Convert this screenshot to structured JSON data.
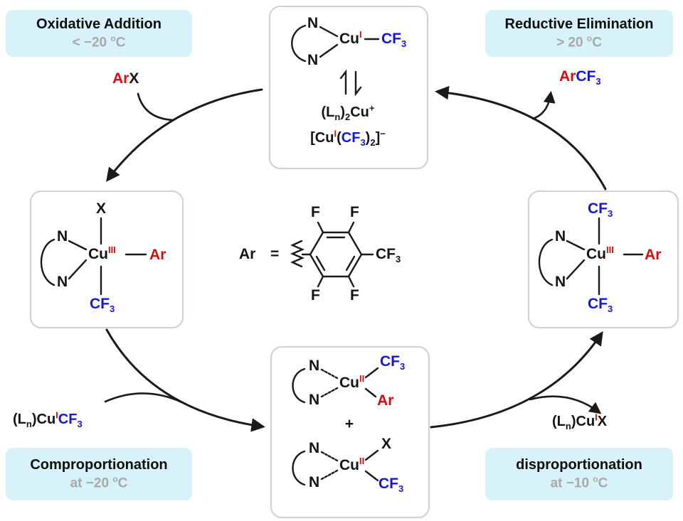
{
  "colors": {
    "red": "#d20f0f",
    "blue": "#1515dc",
    "temp_gray": "#a9a9a9",
    "banner_bg": "#d7f2f8",
    "line": "#1a1a1a",
    "panel_border": "#ccd2d7"
  },
  "banners": {
    "oxidative": {
      "title": "Oxidative Addition",
      "temp": [
        {
          "t": "< −20 "
        },
        {
          "t": "o",
          "v": "sup"
        },
        {
          "t": "C"
        }
      ]
    },
    "reductive": {
      "title": "Reductive Elimination",
      "temp": [
        {
          "t": "> 20 "
        },
        {
          "t": "o",
          "v": "sup"
        },
        {
          "t": "C"
        }
      ]
    },
    "compro": {
      "title": "Comproportionation",
      "temp": [
        {
          "t": "at −20 "
        },
        {
          "t": "o",
          "v": "sup"
        },
        {
          "t": "C"
        }
      ]
    },
    "dispro": {
      "title": "disproportionation",
      "temp": [
        {
          "t": "at −10 "
        },
        {
          "t": "o",
          "v": "sup"
        },
        {
          "t": "C"
        }
      ]
    }
  },
  "atoms": {
    "N": "N",
    "X": "X",
    "Ar": "Ar",
    "F": "F",
    "plus": "+",
    "equals": "="
  },
  "formulas": {
    "arx": [
      {
        "t": "Ar",
        "c": "red"
      },
      {
        "t": "X"
      }
    ],
    "arcf3": [
      {
        "t": "Ar",
        "c": "red"
      },
      {
        "t": "CF",
        "c": "blue"
      },
      {
        "t": "3",
        "v": "sub",
        "c": "blue"
      }
    ],
    "ln_cuicf3": [
      {
        "t": "(L"
      },
      {
        "t": "n",
        "v": "sub"
      },
      {
        "t": ")Cu"
      },
      {
        "t": "I",
        "v": "sup",
        "c": "red"
      },
      {
        "t": "CF",
        "c": "blue"
      },
      {
        "t": "3",
        "v": "sub",
        "c": "blue"
      }
    ],
    "ln_cuix": [
      {
        "t": "(L"
      },
      {
        "t": "n",
        "v": "sub"
      },
      {
        "t": ")Cu"
      },
      {
        "t": "I",
        "v": "sup",
        "c": "red"
      },
      {
        "t": "X"
      }
    ],
    "cation": [
      {
        "t": "(L"
      },
      {
        "t": "n",
        "v": "sub"
      },
      {
        "t": ")"
      },
      {
        "t": "2",
        "v": "sub"
      },
      {
        "t": "Cu"
      },
      {
        "t": "+",
        "v": "sup"
      }
    ],
    "anion": [
      {
        "t": "[Cu"
      },
      {
        "t": "I",
        "v": "sup",
        "c": "red"
      },
      {
        "t": "("
      },
      {
        "t": "CF",
        "c": "blue"
      },
      {
        "t": "3",
        "v": "sub",
        "c": "blue"
      },
      {
        "t": ")"
      },
      {
        "t": "2",
        "v": "sub"
      },
      {
        "t": "]"
      },
      {
        "t": "−",
        "v": "sup"
      }
    ],
    "cu_i": [
      {
        "t": "Cu"
      },
      {
        "t": "I",
        "v": "sup",
        "c": "red"
      }
    ],
    "cu_ii": [
      {
        "t": "Cu"
      },
      {
        "t": "II",
        "v": "sup",
        "c": "red"
      }
    ],
    "cu_iii": [
      {
        "t": "Cu"
      },
      {
        "t": "III",
        "v": "sup",
        "c": "red"
      }
    ],
    "cf3_blue": [
      {
        "t": "CF",
        "c": "blue"
      },
      {
        "t": "3",
        "v": "sub",
        "c": "blue"
      }
    ],
    "cf3_black": [
      {
        "t": "CF"
      },
      {
        "t": "3",
        "v": "sub"
      }
    ]
  }
}
